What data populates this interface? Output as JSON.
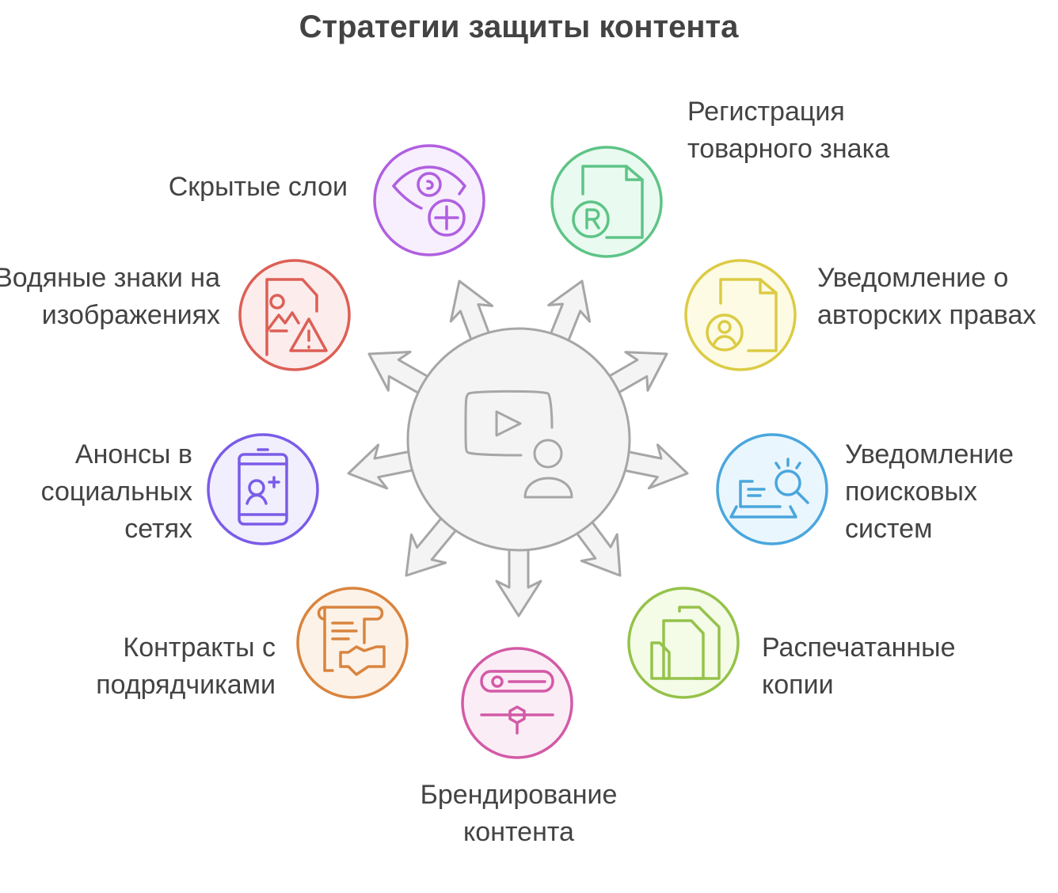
{
  "title": "Стратегии защиты контента",
  "colors": {
    "arrow_fill": "#f4f4f4",
    "arrow_stroke": "#a6a6a6",
    "text": "#434343"
  },
  "center": {
    "icon": "video-user-icon"
  },
  "items": [
    {
      "label": "Скрытые слои",
      "icon": "eye-plus-icon",
      "stroke": "#b05fe0",
      "fill": "#f7effd"
    },
    {
      "label": "Регистрация товарного знака",
      "icon": "registered-document-icon",
      "stroke": "#5ec487",
      "fill": "#e9fbf0"
    },
    {
      "label": "Водяные знаки на изображениях",
      "icon": "image-warning-icon",
      "stroke": "#dc5f55",
      "fill": "#fcecec"
    },
    {
      "label": "Уведомление о авторских правах",
      "icon": "document-user-icon",
      "stroke": "#dccb44",
      "fill": "#fdfbe3"
    },
    {
      "label": "Анонсы в социальных сетях",
      "icon": "phone-add-user-icon",
      "stroke": "#7a5ce8",
      "fill": "#f1eefd"
    },
    {
      "label": "Уведомление поисковых систем",
      "icon": "laptop-search-icon",
      "stroke": "#4aa6dd",
      "fill": "#eaf6fd"
    },
    {
      "label": "Контракты с подрядчиками",
      "icon": "contract-handshake-icon",
      "stroke": "#d9843e",
      "fill": "#fdf2e7"
    },
    {
      "label": "Распечатанные копии",
      "icon": "copies-icon",
      "stroke": "#95c24a",
      "fill": "#f4fbe7"
    },
    {
      "label": "Брендирование контента",
      "icon": "brand-slider-icon",
      "stroke": "#d35aa6",
      "fill": "#fbedf6"
    }
  ]
}
